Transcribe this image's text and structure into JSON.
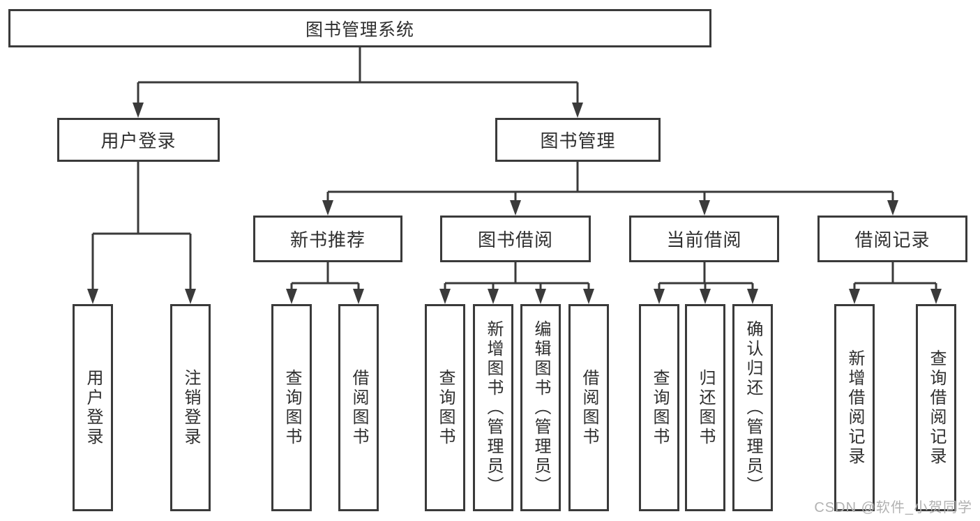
{
  "colors": {
    "line": "#3a3a3a",
    "box_border": "#3a3a3a",
    "text": "#2e2e2e",
    "watermark": "#b2b2b2",
    "background": "#ffffff"
  },
  "tree": {
    "label": "图书管理系统",
    "children": [
      {
        "label": "用户登录",
        "children": [
          {
            "label": "用户登录"
          },
          {
            "label": "注销登录"
          }
        ]
      },
      {
        "label": "图书管理",
        "children": [
          {
            "label": "新书推荐",
            "children": [
              {
                "label": "查询图书"
              },
              {
                "label": "借阅图书"
              }
            ]
          },
          {
            "label": "图书借阅",
            "children": [
              {
                "label": "查询图书"
              },
              {
                "label": "新增图书（管理员）"
              },
              {
                "label": "编辑图书（管理员）"
              },
              {
                "label": "借阅图书"
              }
            ]
          },
          {
            "label": "当前借阅",
            "children": [
              {
                "label": "查询图书"
              },
              {
                "label": "归还图书"
              },
              {
                "label": "确认归还（管理员）"
              }
            ]
          },
          {
            "label": "借阅记录",
            "children": [
              {
                "label": "新增借阅记录"
              },
              {
                "label": "查询借阅记录"
              }
            ]
          }
        ]
      }
    ]
  },
  "watermark": {
    "text": "CSDN @软件_小贺同学"
  }
}
